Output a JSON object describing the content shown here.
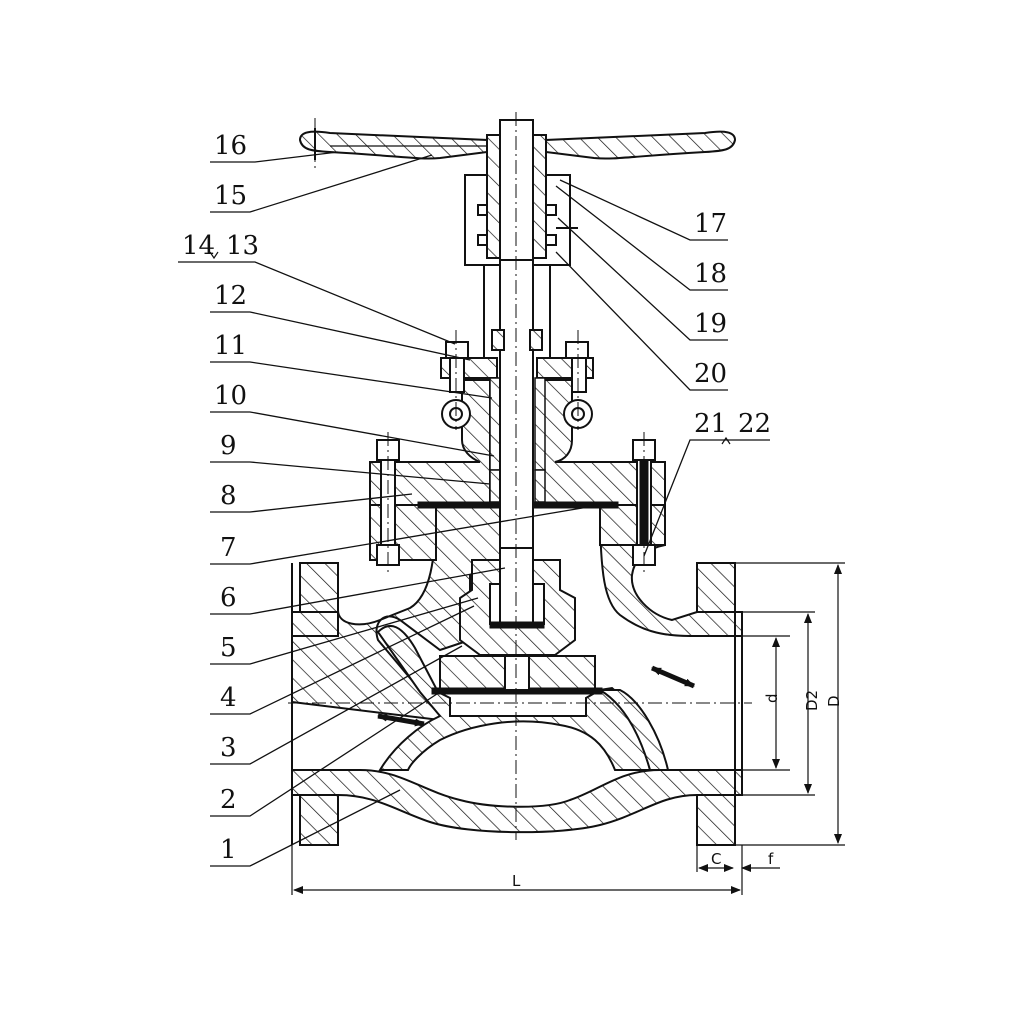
{
  "callouts": {
    "p1": "1",
    "p2": "2",
    "p3": "3",
    "p4": "4",
    "p5": "5",
    "p6": "6",
    "p7": "7",
    "p8": "8",
    "p9": "9",
    "p10": "10",
    "p11": "11",
    "p12": "12",
    "p14": "14",
    "p13": "13",
    "p15": "15",
    "p16": "16",
    "p17": "17",
    "p18": "18",
    "p19": "19",
    "p20": "20",
    "p21": "21",
    "p22": "22"
  },
  "dimensions": {
    "d": "d",
    "D2": "D2",
    "D": "D",
    "C": "C",
    "f": "f",
    "L": "L"
  },
  "colors": {
    "line": "#111111",
    "background": "#ffffff"
  }
}
